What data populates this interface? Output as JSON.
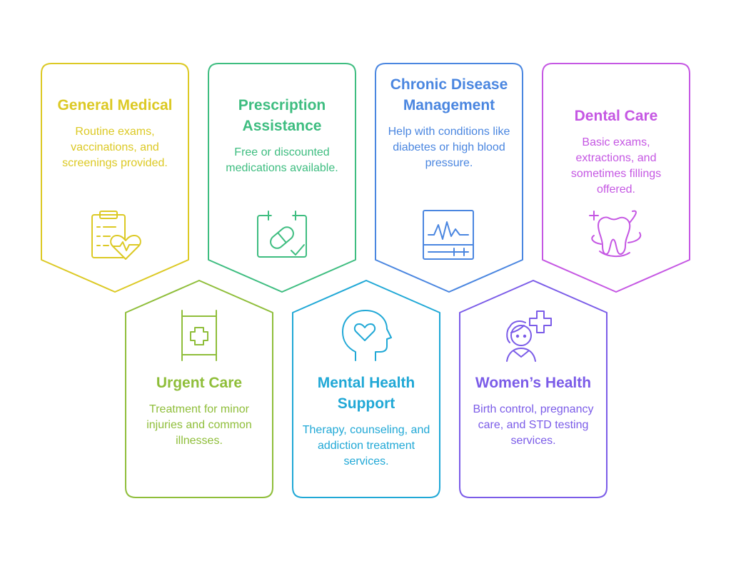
{
  "cards": [
    {
      "title": "General Medical",
      "desc": "Routine exams, vaccinations, and screenings provided.",
      "color": "#dcc924",
      "icon": "clipboard-heart-icon"
    },
    {
      "title": "Prescription Assistance",
      "desc": "Free or discounted medications available.",
      "color": "#3ebd80",
      "icon": "calendar-pill-icon"
    },
    {
      "title": "Chronic Disease Management",
      "desc": "Help with conditions like diabetes or high blood pressure.",
      "color": "#4a86e0",
      "icon": "heart-monitor-icon"
    },
    {
      "title": "Dental Care",
      "desc": "Basic exams, extractions, and sometimes fillings offered.",
      "color": "#c557e3",
      "icon": "tooth-icon"
    },
    {
      "title": "Urgent Care",
      "desc": "Treatment for minor injuries and common illnesses.",
      "color": "#8fbe3a",
      "icon": "medical-cross-board-icon"
    },
    {
      "title": "Mental Health Support",
      "desc": "Therapy, counseling, and addiction treatment services.",
      "color": "#20a8d6",
      "icon": "head-heart-icon"
    },
    {
      "title": "Women’s Health",
      "desc": "Birth control, pregnancy care, and STD testing services.",
      "color": "#7b5ce8",
      "icon": "woman-medical-icon"
    }
  ]
}
